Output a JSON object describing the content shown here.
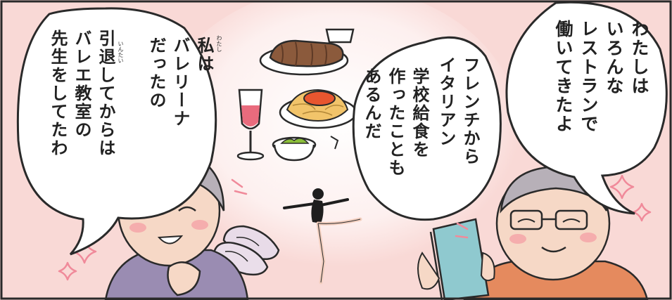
{
  "colors": {
    "background": "#f9d9d6",
    "center_glow": "#ffffff",
    "pink_accent": "#f08a9a",
    "outline": "#2a2a2a",
    "bubble": "#ffffff",
    "book_cover": "#8fc9cf",
    "man_shirt": "#e58a5e",
    "woman_shirt": "#9a8cb2",
    "hair_gray": "#b7b0b8",
    "skin": "#f6d8c6"
  },
  "bubble_right": {
    "lines": [
      "わたしは",
      "いろんな",
      "レストランで",
      "働いてきたよ"
    ]
  },
  "bubble_middle": {
    "lines_a": [
      "フレンチから",
      "イタリアン"
    ],
    "lines_b": [
      "学校給食を",
      "作ったことも",
      "あるんだ"
    ]
  },
  "bubble_left": {
    "lines": [
      "私は",
      "バレリーナ",
      "だったの",
      "引退してからは",
      "バレエ教室の",
      "先生をしてたわ"
    ],
    "ruby_watashi": "わたし",
    "ruby_intai": "いんたい"
  },
  "icons": [
    "sparkle-icon",
    "wine-glass-icon",
    "meat-dish-icon",
    "pasta-dish-icon",
    "salad-bowl-icon",
    "ballet-shoes-icon",
    "ballerina-icon",
    "book-icon"
  ]
}
